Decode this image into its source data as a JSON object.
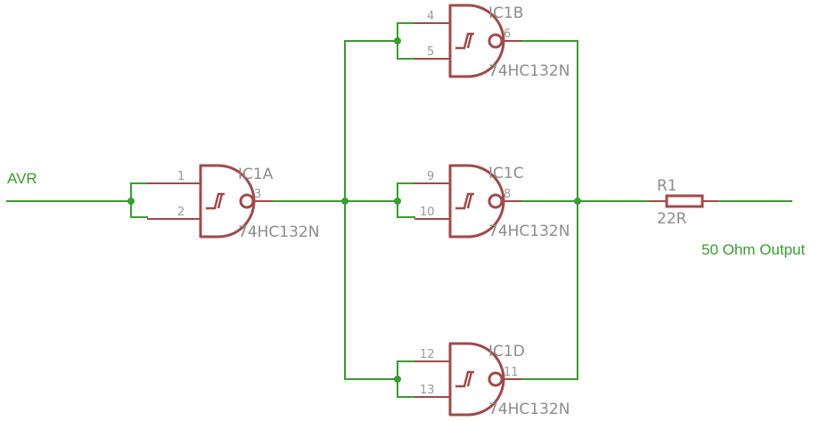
{
  "net_labels": {
    "input": "AVR",
    "output": "50 Ohm Output"
  },
  "gates": [
    {
      "name": "IC1A",
      "value": "74HC132N",
      "pins": [
        "1",
        "2",
        "3"
      ]
    },
    {
      "name": "IC1B",
      "value": "74HC132N",
      "pins": [
        "4",
        "5",
        "6"
      ]
    },
    {
      "name": "IC1C",
      "value": "74HC132N",
      "pins": [
        "9",
        "10",
        "8"
      ]
    },
    {
      "name": "IC1D",
      "value": "74HC132N",
      "pins": [
        "12",
        "13",
        "11"
      ]
    }
  ],
  "resistor": {
    "name": "R1",
    "value": "22R"
  },
  "colors": {
    "wire": "#3c9b32",
    "symbol": "#a04a4a",
    "text": "#8c8c8c"
  }
}
